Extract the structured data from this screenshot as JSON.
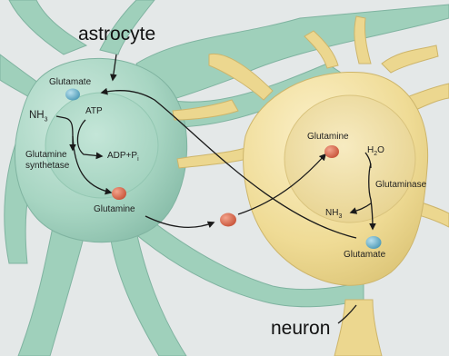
{
  "diagram": {
    "astrocyte_label": "astrocyte",
    "neuron_label": "neuron",
    "astrocyte": {
      "glutamate": "Glutamate",
      "nh3_main": "NH",
      "nh3_sub": "3",
      "atp": "ATP",
      "adp": "ADP+P",
      "adp_sub": "i",
      "enzyme_line1": "Glutamine",
      "enzyme_line2": "synthetase",
      "glutamine": "Glutamine"
    },
    "neuron": {
      "glutamine": "Glutamine",
      "water_h": "H",
      "water_sub": "2",
      "water_o": "O",
      "enzyme": "Glutaminase",
      "nh3_main": "NH",
      "nh3_sub": "3",
      "glutamate": "Glutamate"
    },
    "colors": {
      "background": "#e9ecec",
      "astrocyte_body": "#a7d5c2",
      "neuron_body": "#f0dd9a",
      "glutamate_dot": "#6fb2c9",
      "glutamine_dot": "#d9694f",
      "arrow": "#1a1a1a"
    }
  }
}
